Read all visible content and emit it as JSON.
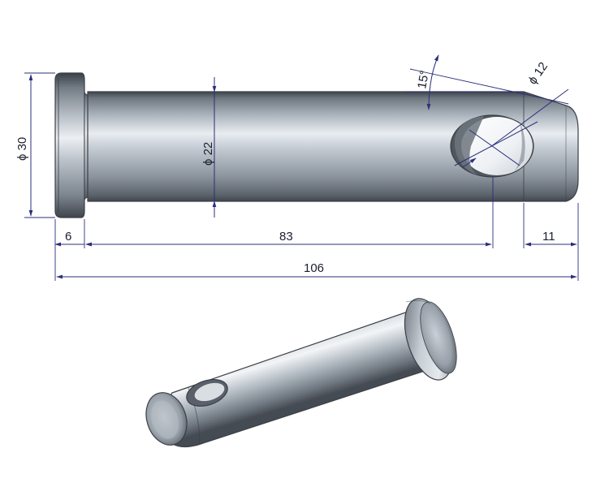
{
  "drawing": {
    "dimensions": {
      "head_diameter": "ϕ 30",
      "shaft_diameter": "ϕ 22",
      "hole_diameter": "ϕ 12",
      "chamfer_angle": "15°",
      "head_thickness": "6",
      "hole_position": "83",
      "hole_to_end": "11",
      "overall_length": "106"
    }
  },
  "colors": {
    "dimension_line": "#2b2f7a",
    "metal_dark": "#4a5059",
    "metal_light": "#eef1f4",
    "outline": "#3b3f45"
  }
}
